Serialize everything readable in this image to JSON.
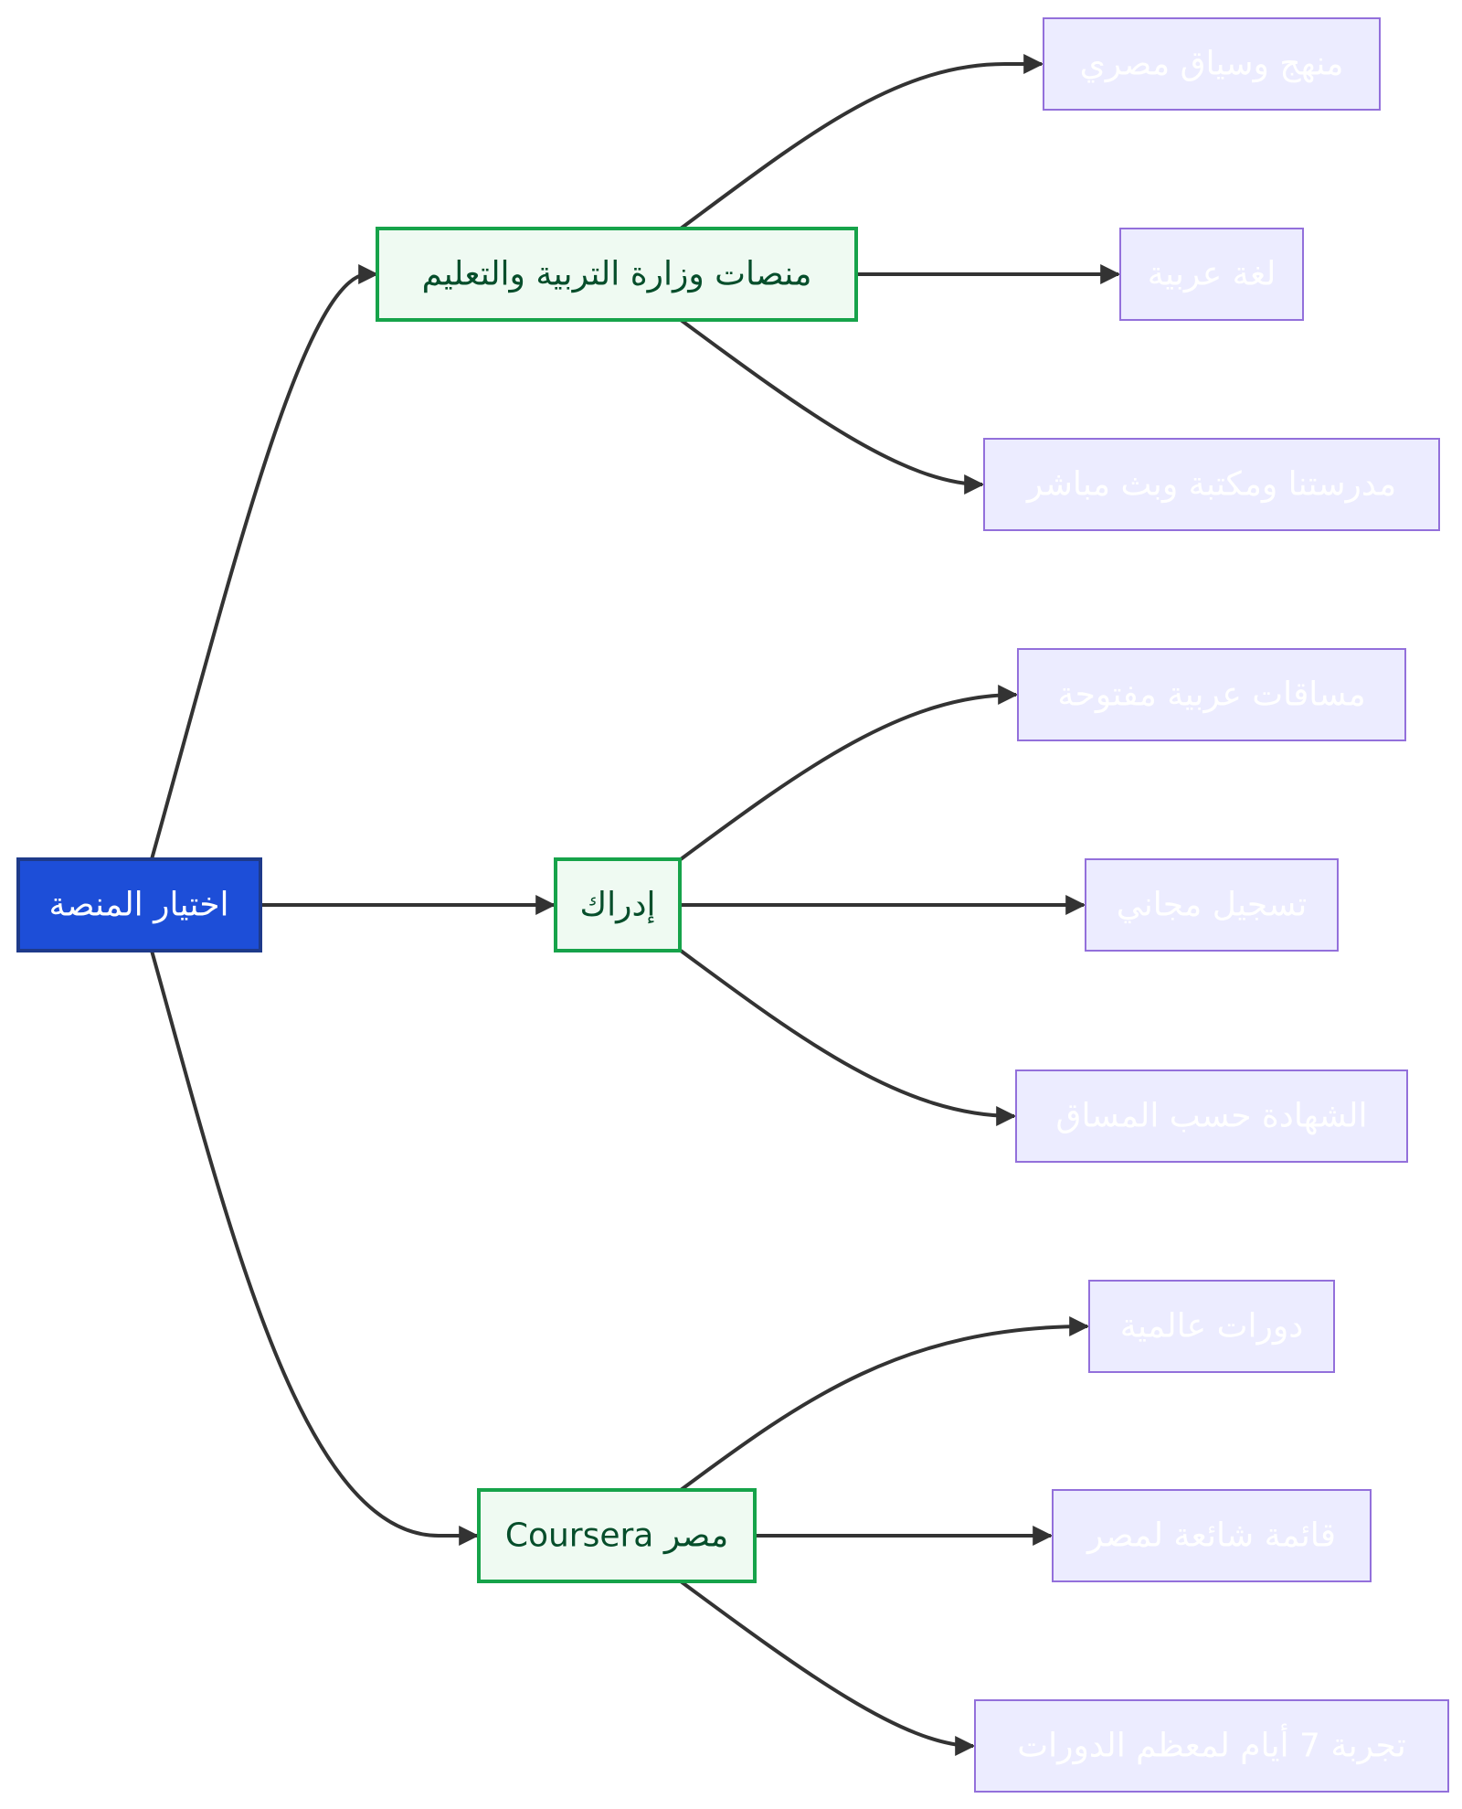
{
  "diagram": {
    "root": {
      "label": "اختيار المنصة"
    },
    "branches": [
      {
        "label": "منصات وزارة التربية والتعليم",
        "leaves": [
          "منهج وسياق مصري",
          "لغة عربية",
          "مدرستنا ومكتبة وبث مباشر"
        ]
      },
      {
        "label": "إدراك",
        "leaves": [
          "مساقات عربية مفتوحة",
          "تسجيل مجاني",
          "الشهادة حسب المساق"
        ]
      },
      {
        "label": "Coursera مصر",
        "leaves": [
          "دورات عالمية",
          "قائمة شائعة لمصر",
          "تجربة 7 أيام لمعظم الدورات"
        ]
      }
    ]
  },
  "colors": {
    "root_fill": "#1d4ed8",
    "branch_fill": "#effaf2",
    "branch_stroke": "#16a34a",
    "leaf_fill": "#ececff",
    "leaf_stroke": "#9370db",
    "edge": "#333333"
  }
}
